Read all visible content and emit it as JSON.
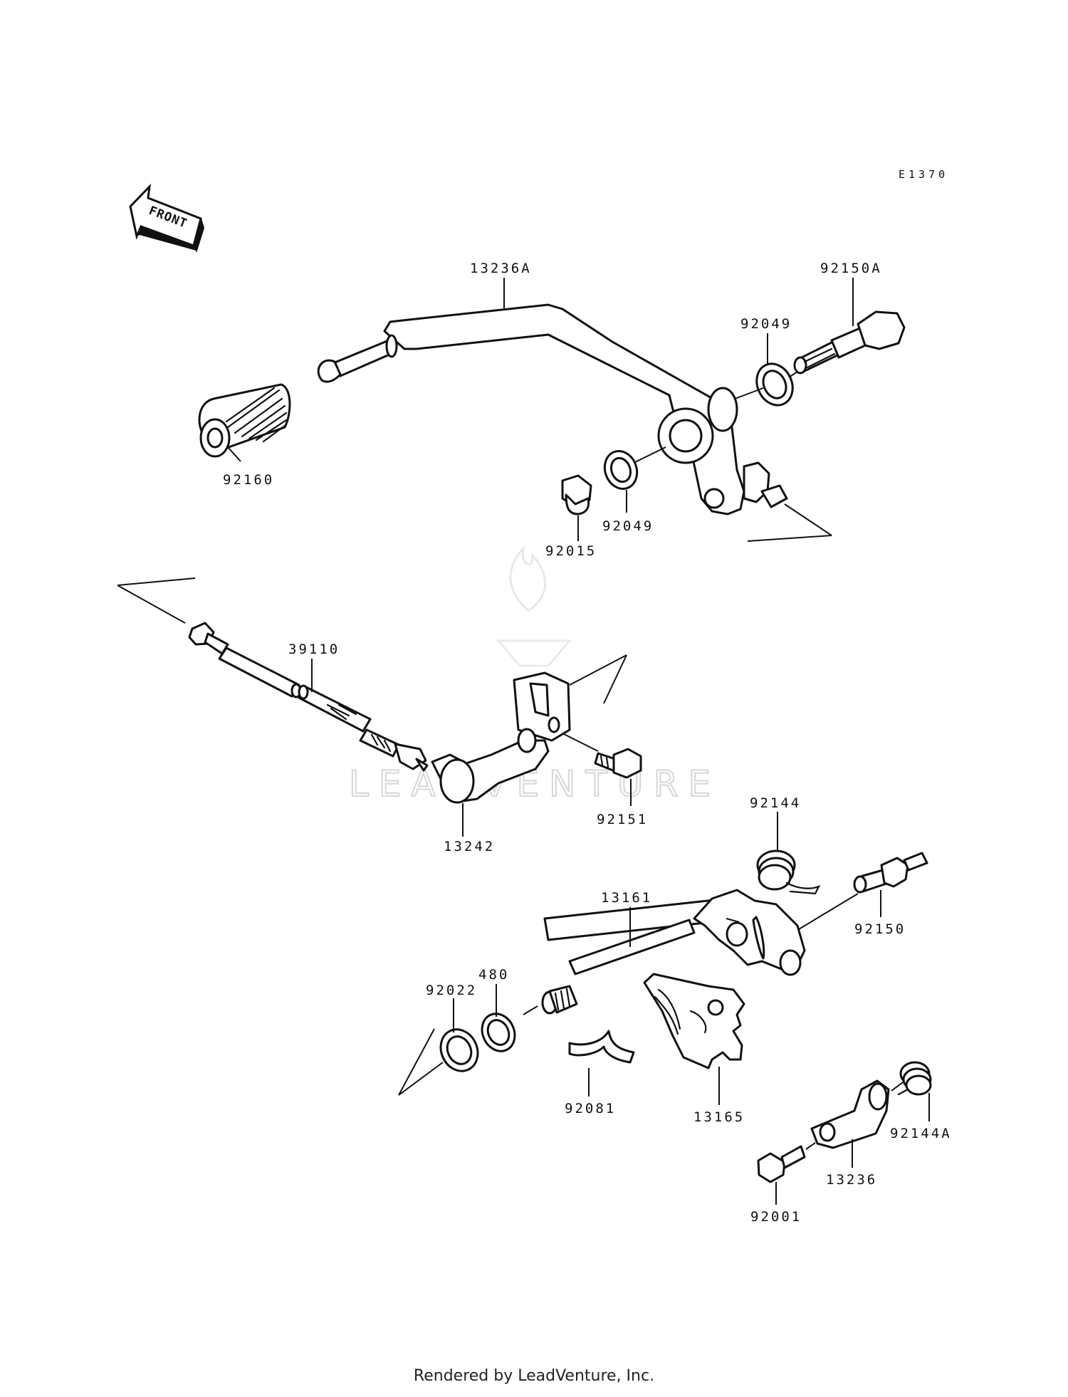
{
  "diagram_code": "E1370",
  "front_label": "FRONT",
  "watermark": "LEADVENTURE",
  "footer": "Rendered by LeadVenture, Inc.",
  "parts": {
    "p13236A": "13236A",
    "p92150A": "92150A",
    "p92049a": "92049",
    "p92049b": "92049",
    "p92160": "92160",
    "p92015": "92015",
    "p39110": "39110",
    "p13242": "13242",
    "p92151": "92151",
    "p92144": "92144",
    "p13161": "13161",
    "p92150": "92150",
    "p480": "480",
    "p92022": "92022",
    "p92081": "92081",
    "p13165": "13165",
    "p92144A": "92144A",
    "p13236": "13236",
    "p92001": "92001"
  }
}
